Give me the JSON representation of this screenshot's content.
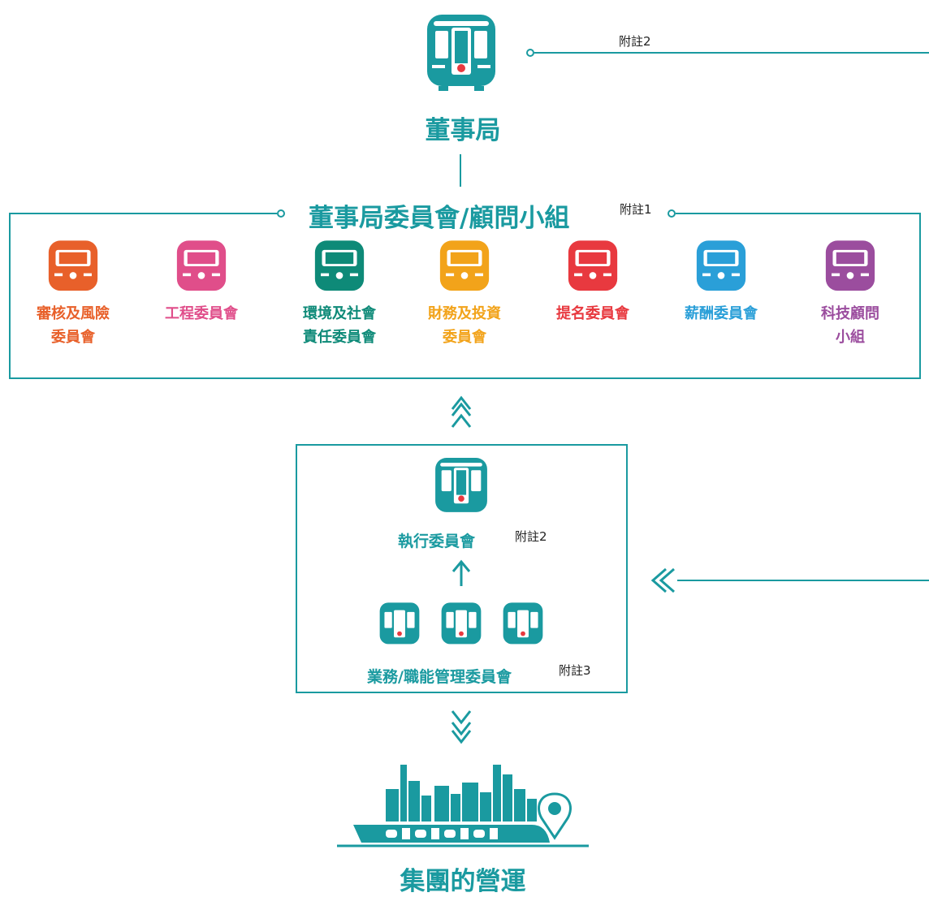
{
  "board": {
    "title": "董事局",
    "note": "附註2"
  },
  "committees_header": {
    "title": "董事局委員會/顧問小組",
    "note": "附註1"
  },
  "committees": [
    {
      "line1": "審核及風險",
      "line2": "委員會",
      "color": "#e8602a",
      "icon": "train-icon"
    },
    {
      "line1": "工程委員會",
      "line2": "",
      "color": "#e04e8a",
      "icon": "train-icon"
    },
    {
      "line1": "環境及社會",
      "line2": "責任委員會",
      "color": "#0e8a78",
      "icon": "train-icon"
    },
    {
      "line1": "財務及投資",
      "line2": "委員會",
      "color": "#f2a31a",
      "icon": "train-icon"
    },
    {
      "line1": "提名委員會",
      "line2": "",
      "color": "#e8393f",
      "icon": "train-icon"
    },
    {
      "line1": "薪酬委員會",
      "line2": "",
      "color": "#2a9fd8",
      "icon": "train-icon"
    },
    {
      "line1": "科技顧問",
      "line2": "小組",
      "color": "#9b4d9e",
      "icon": "train-icon"
    }
  ],
  "executive": {
    "title": "執行委員會",
    "note": "附註2"
  },
  "functional": {
    "title": "業務/職能管理委員會",
    "note": "附註3"
  },
  "operations": {
    "title": "集團的營運"
  },
  "colors": {
    "teal": "#1a9aa0"
  }
}
